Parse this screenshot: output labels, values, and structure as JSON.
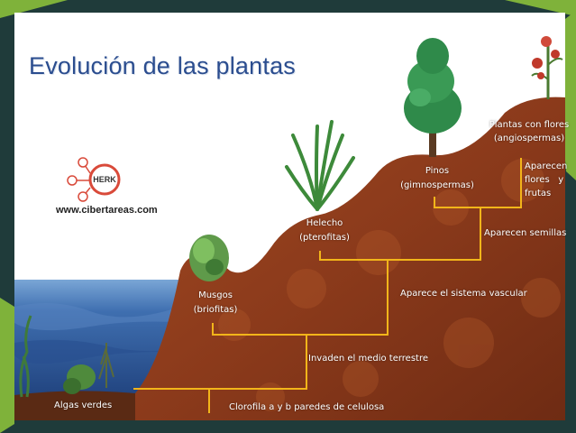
{
  "title": "Evolución de las plantas",
  "website": "www.cibertareas.com",
  "logo_text": "HERK",
  "colors": {
    "background_dark": "#1f3b3a",
    "slide_white": "#ffffff",
    "accent_green": "#7fb23a",
    "soil": "#8b3e1e",
    "water": "#2e5c9a",
    "title_blue": "#2b4d8f",
    "connector_yellow": "#f2b51a"
  },
  "stages": {
    "algas": {
      "text": "Algas verdes"
    },
    "musgos": {
      "line1": "Musgos",
      "line2": "(briofitas)"
    },
    "helecho": {
      "line1": "Helecho",
      "line2": "(pterofitas)"
    },
    "pinos": {
      "line1": "Pinos",
      "line2": "(gimnospermas)"
    },
    "plantas_flores": {
      "line1": "Plantas con flores",
      "line2": "(angiospermas)"
    }
  },
  "events": {
    "clorofila": "Clorofila a y b paredes de celulosa",
    "medio_terrestre": "Invaden el medio terrestre",
    "sistema_vascular": "Aparece el sistema vascular",
    "semillas": "Aparecen semillas",
    "flores": {
      "line1": "Aparecen",
      "line2": "flores   y",
      "line3": "frutas"
    }
  },
  "icons": [
    "logo-icon",
    "moss-rock-icon",
    "fern-icon",
    "pine-tree-icon",
    "flower-plant-icon",
    "seaweed-icon",
    "bush-icon",
    "decor-triangle-icon"
  ]
}
